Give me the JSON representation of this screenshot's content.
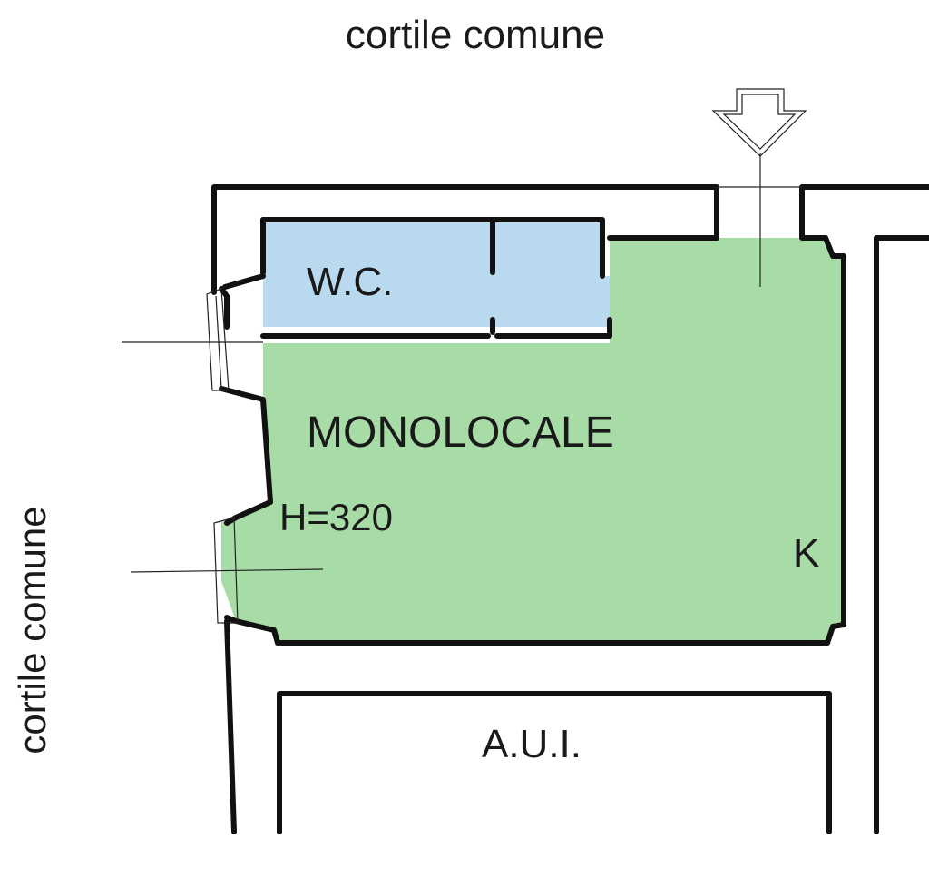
{
  "labels": {
    "courtyard_top": "cortile comune",
    "courtyard_left": "cortile comune",
    "wc": "W.C.",
    "main_room": "MONOLOCALE",
    "height": "H=320",
    "kitchen": "K",
    "other_unit": "A.U.I."
  },
  "colors": {
    "wc_fill": "#b8d9ee",
    "room_fill": "#a8dca6",
    "wall": "#111111",
    "background": "#ffffff"
  },
  "icons": {
    "entrance": "entrance-arrow-icon"
  }
}
